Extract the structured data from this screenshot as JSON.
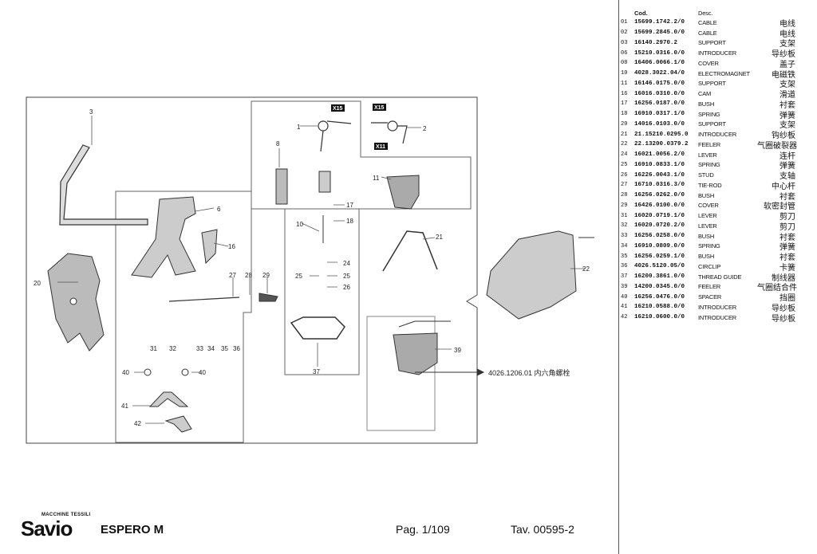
{
  "diagram": {
    "part_labels": [
      "1",
      "2",
      "3",
      "6",
      "8",
      "10",
      "11",
      "16",
      "17",
      "18",
      "20",
      "21",
      "22",
      "24",
      "25",
      "25",
      "26",
      "27",
      "28",
      "29",
      "31",
      "32",
      "33",
      "34",
      "35",
      "36",
      "37",
      "39",
      "40",
      "40",
      "41",
      "42"
    ],
    "tags": [
      "X15",
      "X15",
      "X11"
    ],
    "screw_note": "4026.1206.01 内六角螺栓"
  },
  "parts_table": {
    "header": {
      "code": "Cod.",
      "desc": "Desc."
    },
    "rows": [
      {
        "num": "01",
        "code": "15699.1742.2/0",
        "desc": "CABLE",
        "cn": "电线"
      },
      {
        "num": "02",
        "code": "15699.2845.0/0",
        "desc": "CABLE",
        "cn": "电线"
      },
      {
        "num": "03",
        "code": "16140.2970.2",
        "desc": "SUPPORT",
        "cn": "支架"
      },
      {
        "num": "06",
        "code": "15210.0316.0/0",
        "desc": "INTRODUCER",
        "cn": "导纱板"
      },
      {
        "num": "08",
        "code": "16406.0066.1/0",
        "desc": "COVER",
        "cn": "盖子"
      },
      {
        "num": "10",
        "code": "4028.3022.04/0",
        "desc": "ELECTROMAGNET",
        "cn": "电磁铁"
      },
      {
        "num": "11",
        "code": "16146.0175.0/0",
        "desc": "SUPPORT",
        "cn": "支架"
      },
      {
        "num": "16",
        "code": "16016.0310.0/0",
        "desc": "CAM",
        "cn": "滑道"
      },
      {
        "num": "17",
        "code": "16256.0187.0/0",
        "desc": "BUSH",
        "cn": "衬套"
      },
      {
        "num": "18",
        "code": "16910.0317.1/0",
        "desc": "SPRING",
        "cn": "弹簧"
      },
      {
        "num": "20",
        "code": "14016.0103.0/0",
        "desc": "SUPPORT",
        "cn": "支架"
      },
      {
        "num": "21",
        "code": "21.15210.0295.0",
        "desc": "INTRODUCER",
        "cn": "钩纱板"
      },
      {
        "num": "22",
        "code": "22.13200.0379.2",
        "desc": "FEELER",
        "cn": "气圈破裂器"
      },
      {
        "num": "24",
        "code": "16021.0056.2/0",
        "desc": "LEVER",
        "cn": "连杆"
      },
      {
        "num": "25",
        "code": "16910.0833.1/0",
        "desc": "SPRING",
        "cn": "弹簧"
      },
      {
        "num": "26",
        "code": "16226.0043.1/0",
        "desc": "STUD",
        "cn": "支轴"
      },
      {
        "num": "27",
        "code": "16710.0316.3/0",
        "desc": "TIE-ROD",
        "cn": "中心杆"
      },
      {
        "num": "28",
        "code": "16256.0262.0/0",
        "desc": "BUSH",
        "cn": "衬套"
      },
      {
        "num": "29",
        "code": "16426.0100.0/0",
        "desc": "COVER",
        "cn": "软密封管"
      },
      {
        "num": "31",
        "code": "16020.0719.1/0",
        "desc": "LEVER",
        "cn": "剪刀"
      },
      {
        "num": "32",
        "code": "16020.0720.2/0",
        "desc": "LEVER",
        "cn": "剪刀"
      },
      {
        "num": "33",
        "code": "16256.0258.0/0",
        "desc": "BUSH",
        "cn": "衬套"
      },
      {
        "num": "34",
        "code": "16910.0809.0/0",
        "desc": "SPRING",
        "cn": "弹簧"
      },
      {
        "num": "35",
        "code": "16256.0259.1/0",
        "desc": "BUSH",
        "cn": "衬套"
      },
      {
        "num": "36",
        "code": "4026.5120.05/0",
        "desc": "CIRCLIP",
        "cn": "卡簧"
      },
      {
        "num": "37",
        "code": "16200.3861.0/0",
        "desc": "THREAD GUIDE",
        "cn": "制线器"
      },
      {
        "num": "39",
        "code": "14200.0345.0/0",
        "desc": "FEELER",
        "cn": "气圈结合件"
      },
      {
        "num": "40",
        "code": "16256.0476.0/0",
        "desc": "SPACER",
        "cn": "挡圈"
      },
      {
        "num": "41",
        "code": "16210.0588.0/0",
        "desc": "INTRODUCER",
        "cn": "导纱板"
      },
      {
        "num": "42",
        "code": "16210.0600.0/0",
        "desc": "INTRODUCER",
        "cn": "导纱板"
      }
    ]
  },
  "footer": {
    "brand": "Savio",
    "brand_tagline": "MACCHINE TESSILI",
    "model": "ESPERO M",
    "page": "Pag. 1/109",
    "table_ref": "Tav. 00595-2"
  }
}
